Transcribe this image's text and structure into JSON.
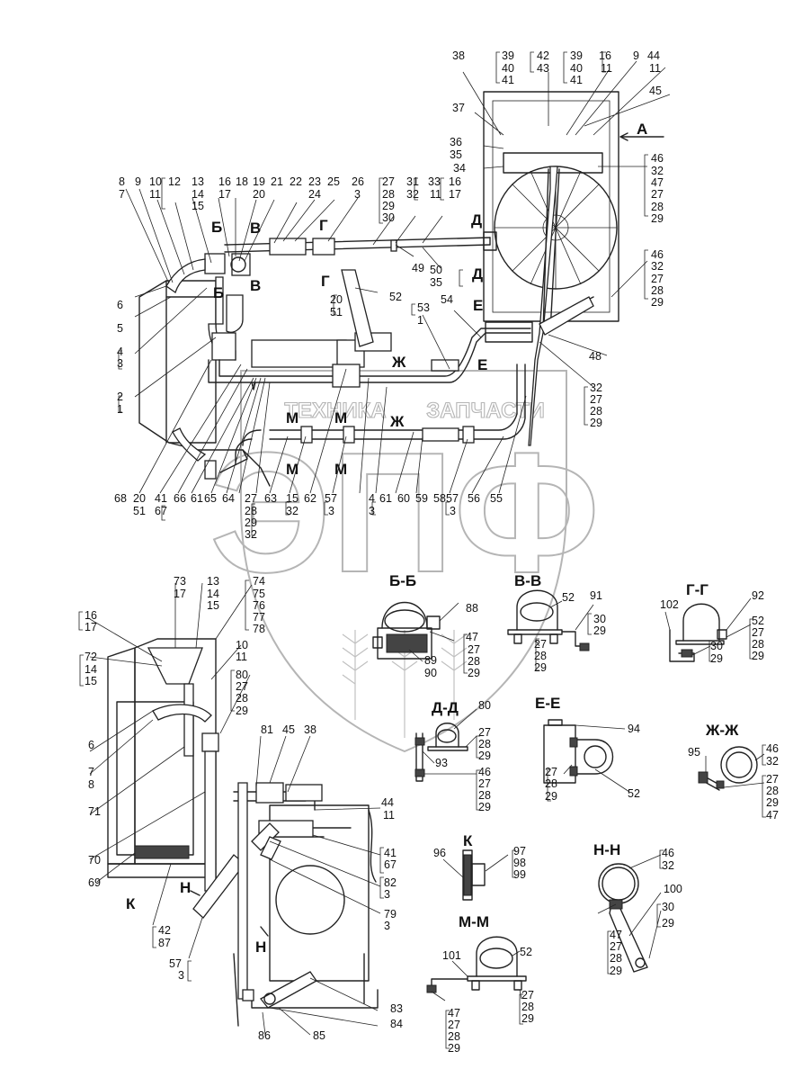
{
  "watermark": {
    "left_word": "ТЕХНИКА",
    "right_word": "ЗАПЧАСТИ",
    "logo_letters": "ЭПФ"
  },
  "sections": {
    "A": "А",
    "BB": "Б-Б",
    "VV": "В-В",
    "GG": "Г-Г",
    "DD": "Д-Д",
    "EE": "Е-Е",
    "ZhZh": "Ж-Ж",
    "K": "К",
    "NN": "Н-Н",
    "MM": "М-М"
  },
  "markers": {
    "B": "Б",
    "V": "В",
    "G": "Г",
    "D": "Д",
    "E": "Е",
    "Zh": "Ж",
    "M": "М",
    "K": "К",
    "N": "Н"
  },
  "callouts": [
    {
      "id": "c1",
      "text": "8"
    },
    {
      "id": "c2",
      "text": "7"
    },
    {
      "id": "c3",
      "text": "9"
    },
    {
      "id": "c4",
      "text": "10"
    },
    {
      "id": "c5",
      "text": "11"
    },
    {
      "id": "c6",
      "text": "12"
    },
    {
      "id": "c7",
      "text": "13"
    },
    {
      "id": "c8",
      "text": "14"
    },
    {
      "id": "c9",
      "text": "15"
    },
    {
      "id": "c10",
      "text": "16"
    },
    {
      "id": "c11",
      "text": "17"
    },
    {
      "id": "c12",
      "text": "18"
    },
    {
      "id": "c13",
      "text": "19"
    },
    {
      "id": "c14",
      "text": "20"
    },
    {
      "id": "c15",
      "text": "21"
    },
    {
      "id": "c16",
      "text": "22"
    },
    {
      "id": "c17",
      "text": "23"
    },
    {
      "id": "c18",
      "text": "24"
    },
    {
      "id": "c19",
      "text": "25"
    },
    {
      "id": "c20",
      "text": "26"
    },
    {
      "id": "c21",
      "text": "3"
    },
    {
      "id": "c22",
      "text": "27"
    },
    {
      "id": "c23",
      "text": "28"
    },
    {
      "id": "c24",
      "text": "29"
    },
    {
      "id": "c25",
      "text": "30"
    },
    {
      "id": "c26",
      "text": "31"
    },
    {
      "id": "c27",
      "text": "32"
    },
    {
      "id": "c28",
      "text": "33"
    },
    {
      "id": "c29",
      "text": "11"
    },
    {
      "id": "c30",
      "text": "16"
    },
    {
      "id": "c31",
      "text": "17"
    },
    {
      "id": "c32",
      "text": "38"
    },
    {
      "id": "c33",
      "text": "39"
    },
    {
      "id": "c34",
      "text": "40"
    },
    {
      "id": "c35",
      "text": "41"
    },
    {
      "id": "c36",
      "text": "42"
    },
    {
      "id": "c37",
      "text": "43"
    },
    {
      "id": "c38",
      "text": "39"
    },
    {
      "id": "c39",
      "text": "40"
    },
    {
      "id": "c40",
      "text": "41"
    },
    {
      "id": "c41",
      "text": "16"
    },
    {
      "id": "c42",
      "text": "11"
    },
    {
      "id": "c43",
      "text": "9"
    },
    {
      "id": "c44",
      "text": "44"
    },
    {
      "id": "c45",
      "text": "11"
    },
    {
      "id": "c46",
      "text": "45"
    },
    {
      "id": "c47",
      "text": "37"
    },
    {
      "id": "c48",
      "text": "36"
    },
    {
      "id": "c49",
      "text": "35"
    },
    {
      "id": "c50",
      "text": "34"
    },
    {
      "id": "c51",
      "text": "46"
    },
    {
      "id": "c52",
      "text": "32"
    },
    {
      "id": "c53",
      "text": "47"
    },
    {
      "id": "c54",
      "text": "27"
    },
    {
      "id": "c55",
      "text": "28"
    },
    {
      "id": "c56",
      "text": "29"
    },
    {
      "id": "c57",
      "text": "46"
    },
    {
      "id": "c58",
      "text": "32"
    },
    {
      "id": "c59",
      "text": "27"
    },
    {
      "id": "c60",
      "text": "28"
    },
    {
      "id": "c61",
      "text": "29"
    },
    {
      "id": "c62",
      "text": "49"
    },
    {
      "id": "c63",
      "text": "50"
    },
    {
      "id": "c64",
      "text": "35"
    },
    {
      "id": "c65",
      "text": "52"
    },
    {
      "id": "c66",
      "text": "20"
    },
    {
      "id": "c67",
      "text": "51"
    },
    {
      "id": "c68",
      "text": "53"
    },
    {
      "id": "c69",
      "text": "1"
    },
    {
      "id": "c70",
      "text": "54"
    },
    {
      "id": "c71",
      "text": "48"
    },
    {
      "id": "c72",
      "text": "32"
    },
    {
      "id": "c73",
      "text": "27"
    },
    {
      "id": "c74",
      "text": "28"
    },
    {
      "id": "c75",
      "text": "29"
    },
    {
      "id": "c76",
      "text": "6"
    },
    {
      "id": "c77",
      "text": "5"
    },
    {
      "id": "c78",
      "text": "4"
    },
    {
      "id": "c79",
      "text": "3"
    },
    {
      "id": "c80",
      "text": "2"
    },
    {
      "id": "c81",
      "text": "1"
    },
    {
      "id": "c82",
      "text": "68"
    },
    {
      "id": "c83",
      "text": "20"
    },
    {
      "id": "c84",
      "text": "51"
    },
    {
      "id": "c85",
      "text": "41"
    },
    {
      "id": "c86",
      "text": "67"
    },
    {
      "id": "c87",
      "text": "66"
    },
    {
      "id": "c88",
      "text": "61"
    },
    {
      "id": "c89",
      "text": "65"
    },
    {
      "id": "c90",
      "text": "64"
    },
    {
      "id": "c91",
      "text": "27"
    },
    {
      "id": "c92",
      "text": "28"
    },
    {
      "id": "c93",
      "text": "29"
    },
    {
      "id": "c94",
      "text": "32"
    },
    {
      "id": "c95",
      "text": "63"
    },
    {
      "id": "c96",
      "text": "15"
    },
    {
      "id": "c97",
      "text": "32"
    },
    {
      "id": "c98",
      "text": "62"
    },
    {
      "id": "c99",
      "text": "57"
    },
    {
      "id": "c100",
      "text": "3"
    },
    {
      "id": "c101",
      "text": "4"
    },
    {
      "id": "c102",
      "text": "3"
    },
    {
      "id": "c103",
      "text": "61"
    },
    {
      "id": "c104",
      "text": "60"
    },
    {
      "id": "c105",
      "text": "59"
    },
    {
      "id": "c106",
      "text": "58"
    },
    {
      "id": "c107",
      "text": "57"
    },
    {
      "id": "c108",
      "text": "3"
    },
    {
      "id": "c109",
      "text": "56"
    },
    {
      "id": "c110",
      "text": "55"
    },
    {
      "id": "c111",
      "text": "88"
    },
    {
      "id": "c112",
      "text": "47"
    },
    {
      "id": "c113",
      "text": "27"
    },
    {
      "id": "c114",
      "text": "28"
    },
    {
      "id": "c115",
      "text": "29"
    },
    {
      "id": "c116",
      "text": "89"
    },
    {
      "id": "c117",
      "text": "90"
    },
    {
      "id": "c118",
      "text": "52"
    },
    {
      "id": "c119",
      "text": "91"
    },
    {
      "id": "c120",
      "text": "30"
    },
    {
      "id": "c121",
      "text": "29"
    },
    {
      "id": "c122",
      "text": "27"
    },
    {
      "id": "c123",
      "text": "28"
    },
    {
      "id": "c124",
      "text": "29"
    },
    {
      "id": "c125",
      "text": "92"
    },
    {
      "id": "c126",
      "text": "52"
    },
    {
      "id": "c127",
      "text": "27"
    },
    {
      "id": "c128",
      "text": "28"
    },
    {
      "id": "c129",
      "text": "29"
    },
    {
      "id": "c130",
      "text": "102"
    },
    {
      "id": "c131",
      "text": "30"
    },
    {
      "id": "c132",
      "text": "29"
    },
    {
      "id": "c133",
      "text": "80"
    },
    {
      "id": "c134",
      "text": "27"
    },
    {
      "id": "c135",
      "text": "28"
    },
    {
      "id": "c136",
      "text": "29"
    },
    {
      "id": "c137",
      "text": "93"
    },
    {
      "id": "c138",
      "text": "46"
    },
    {
      "id": "c139",
      "text": "27"
    },
    {
      "id": "c140",
      "text": "28"
    },
    {
      "id": "c141",
      "text": "29"
    },
    {
      "id": "c142",
      "text": "94"
    },
    {
      "id": "c143",
      "text": "27"
    },
    {
      "id": "c144",
      "text": "28"
    },
    {
      "id": "c145",
      "text": "29"
    },
    {
      "id": "c146",
      "text": "52"
    },
    {
      "id": "c147",
      "text": "95"
    },
    {
      "id": "c148",
      "text": "46"
    },
    {
      "id": "c149",
      "text": "32"
    },
    {
      "id": "c150",
      "text": "27"
    },
    {
      "id": "c151",
      "text": "28"
    },
    {
      "id": "c152",
      "text": "29"
    },
    {
      "id": "c153",
      "text": "47"
    },
    {
      "id": "c154",
      "text": "96"
    },
    {
      "id": "c155",
      "text": "97"
    },
    {
      "id": "c156",
      "text": "98"
    },
    {
      "id": "c157",
      "text": "99"
    },
    {
      "id": "c158",
      "text": "46"
    },
    {
      "id": "c159",
      "text": "32"
    },
    {
      "id": "c160",
      "text": "100"
    },
    {
      "id": "c161",
      "text": "30"
    },
    {
      "id": "c162",
      "text": "29"
    },
    {
      "id": "c163",
      "text": "47"
    },
    {
      "id": "c164",
      "text": "27"
    },
    {
      "id": "c165",
      "text": "28"
    },
    {
      "id": "c166",
      "text": "29"
    },
    {
      "id": "c167",
      "text": "101"
    },
    {
      "id": "c168",
      "text": "52"
    },
    {
      "id": "c169",
      "text": "47"
    },
    {
      "id": "c170",
      "text": "27"
    },
    {
      "id": "c171",
      "text": "28"
    },
    {
      "id": "c172",
      "text": "29"
    },
    {
      "id": "c173",
      "text": "27"
    },
    {
      "id": "c174",
      "text": "28"
    },
    {
      "id": "c175",
      "text": "29"
    },
    {
      "id": "c176",
      "text": "73"
    },
    {
      "id": "c177",
      "text": "17"
    },
    {
      "id": "c178",
      "text": "13"
    },
    {
      "id": "c179",
      "text": "14"
    },
    {
      "id": "c180",
      "text": "15"
    },
    {
      "id": "c181",
      "text": "74"
    },
    {
      "id": "c182",
      "text": "75"
    },
    {
      "id": "c183",
      "text": "76"
    },
    {
      "id": "c184",
      "text": "77"
    },
    {
      "id": "c185",
      "text": "78"
    },
    {
      "id": "c186",
      "text": "16"
    },
    {
      "id": "c187",
      "text": "17"
    },
    {
      "id": "c188",
      "text": "72"
    },
    {
      "id": "c189",
      "text": "14"
    },
    {
      "id": "c190",
      "text": "15"
    },
    {
      "id": "c191",
      "text": "10"
    },
    {
      "id": "c192",
      "text": "11"
    },
    {
      "id": "c193",
      "text": "80"
    },
    {
      "id": "c194",
      "text": "27"
    },
    {
      "id": "c195",
      "text": "28"
    },
    {
      "id": "c196",
      "text": "29"
    },
    {
      "id": "c197",
      "text": "6"
    },
    {
      "id": "c198",
      "text": "7"
    },
    {
      "id": "c199",
      "text": "8"
    },
    {
      "id": "c200",
      "text": "71"
    },
    {
      "id": "c201",
      "text": "81"
    },
    {
      "id": "c202",
      "text": "45"
    },
    {
      "id": "c203",
      "text": "38"
    },
    {
      "id": "c204",
      "text": "44"
    },
    {
      "id": "c205",
      "text": "11"
    },
    {
      "id": "c206",
      "text": "70"
    },
    {
      "id": "c207",
      "text": "41"
    },
    {
      "id": "c208",
      "text": "67"
    },
    {
      "id": "c209",
      "text": "82"
    },
    {
      "id": "c210",
      "text": "3"
    },
    {
      "id": "c211",
      "text": "69"
    },
    {
      "id": "c212",
      "text": "79"
    },
    {
      "id": "c213",
      "text": "3"
    },
    {
      "id": "c214",
      "text": "42"
    },
    {
      "id": "c215",
      "text": "87"
    },
    {
      "id": "c216",
      "text": "57"
    },
    {
      "id": "c217",
      "text": "3"
    },
    {
      "id": "c218",
      "text": "83"
    },
    {
      "id": "c219",
      "text": "84"
    },
    {
      "id": "c220",
      "text": "86"
    },
    {
      "id": "c221",
      "text": "85"
    }
  ]
}
